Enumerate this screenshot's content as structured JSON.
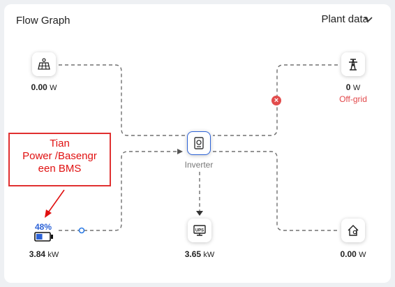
{
  "header": {
    "title": "Flow Graph",
    "plant_selector": "Plant data"
  },
  "solar": {
    "value": "0.00",
    "unit": "W"
  },
  "grid": {
    "value": "0",
    "unit": "W",
    "status": "Off-grid"
  },
  "inverter": {
    "label": "Inverter"
  },
  "battery": {
    "soc": "48%",
    "soc_fraction": 0.48,
    "value": "3.84",
    "unit": "kW"
  },
  "ups": {
    "label": "UPS",
    "value": "3.65",
    "unit": "kW"
  },
  "home": {
    "value": "0.00",
    "unit": "W"
  },
  "annotation": {
    "lines": [
      "Tian",
      "Power /Basengr",
      "een BMS"
    ]
  },
  "colors": {
    "accent": "#2c62d6",
    "error": "#e24c4c",
    "annotation": "#e01010"
  }
}
